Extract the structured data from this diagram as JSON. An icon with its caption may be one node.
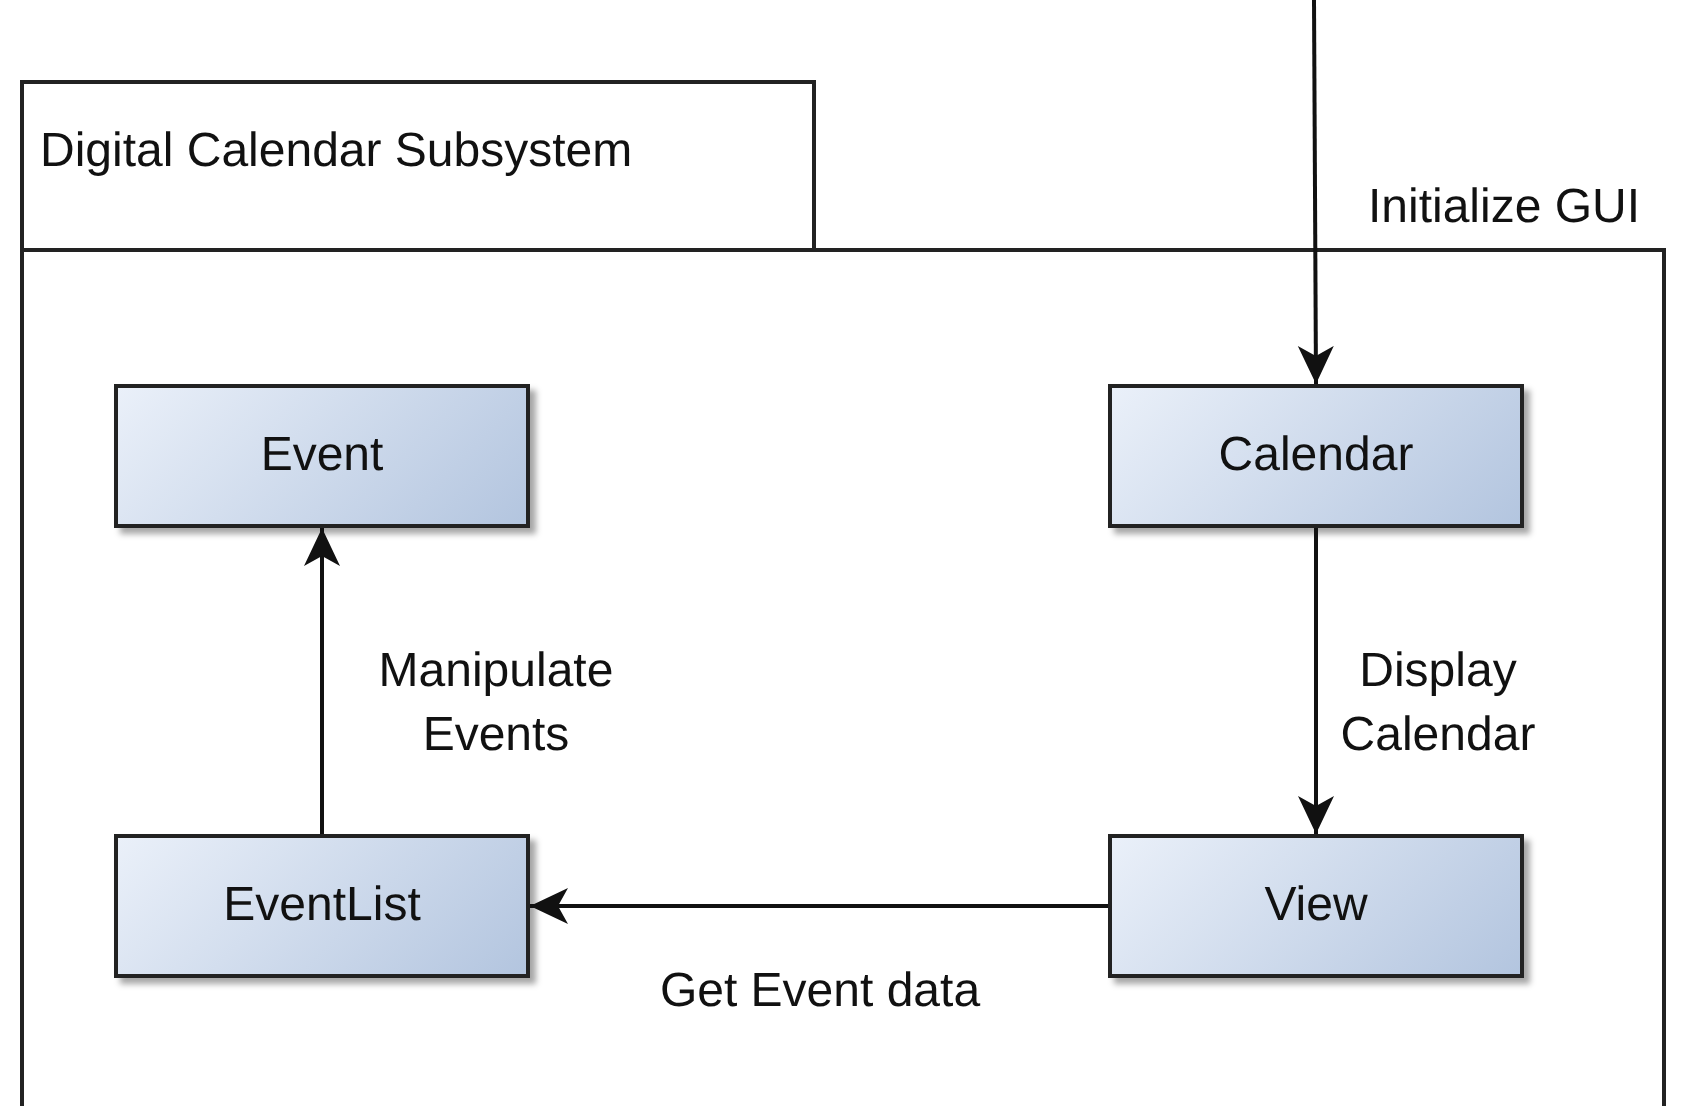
{
  "diagram": {
    "nodes": [
      {
        "text": [
          "Digital Calendar Subsystem"
        ]
      },
      {
        "text": [
          "Event"
        ],
        "in": 0
      },
      {
        "text": [
          "Calendar"
        ],
        "in": 0
      },
      {
        "text": [
          "EventList"
        ],
        "in": 0
      },
      {
        "text": [
          "View"
        ],
        "in": 0
      }
    ],
    "edges": [
      {
        "from": null,
        "to": 2,
        "arrow": "to",
        "label": "Initialize GUI"
      },
      {
        "from": 2,
        "to": 4,
        "arrow": "to",
        "label": "Display Calendar"
      },
      {
        "from": 4,
        "to": 3,
        "arrow": "to",
        "label": "Get Event data"
      },
      {
        "from": 3,
        "to": 1,
        "arrow": "to",
        "label": "Manipulate Events"
      }
    ]
  }
}
